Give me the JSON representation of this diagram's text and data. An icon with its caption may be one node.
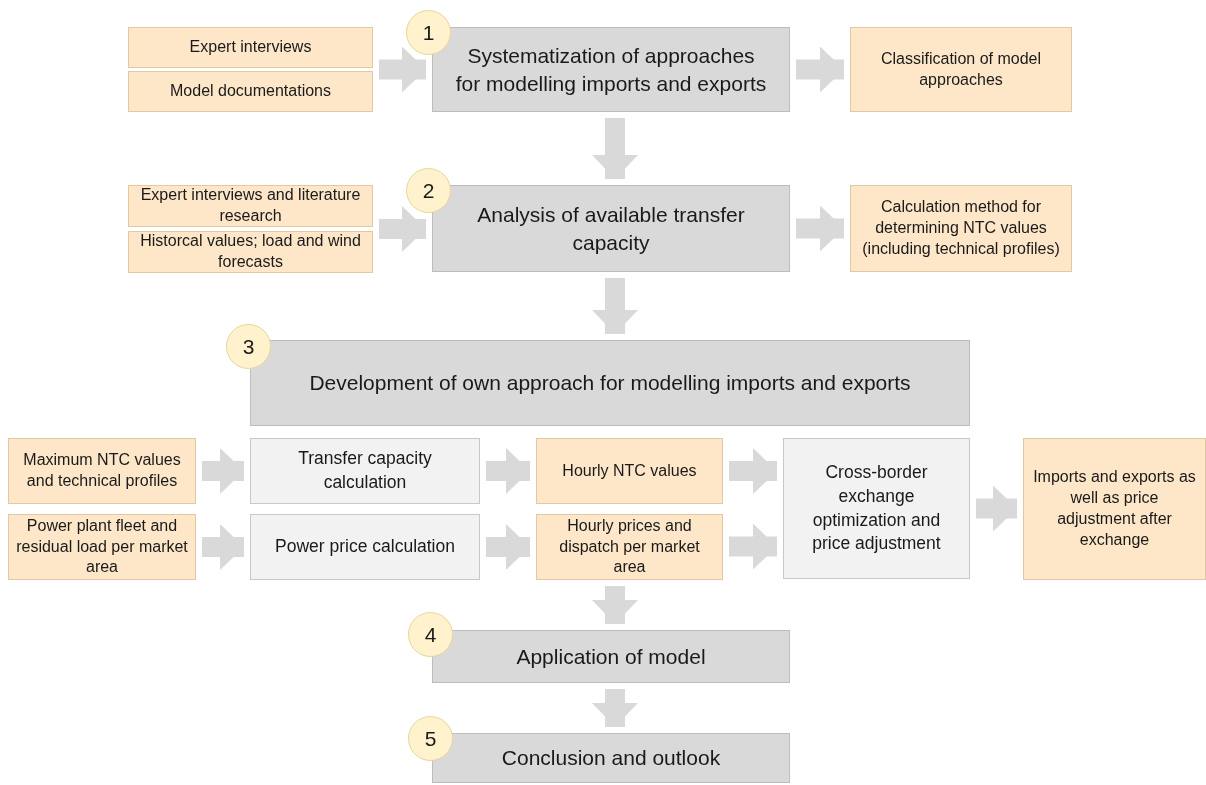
{
  "diagram": {
    "nodes": [
      {
        "text": [
          "Expert interviews"
        ]
      },
      {
        "text": [
          "Model documentations"
        ]
      },
      {
        "text": [
          "1"
        ]
      },
      {
        "text": [
          "Systematization of approaches  for modelling imports and exports"
        ]
      },
      {
        "text": [
          "Classification of model approaches"
        ]
      },
      {
        "text": [
          "Expert interviews and literature research"
        ]
      },
      {
        "text": [
          "Historcal values; load and wind forecasts"
        ]
      },
      {
        "text": [
          "2"
        ]
      },
      {
        "text": [
          "Analysis of available transfer capacity"
        ]
      },
      {
        "text": [
          "Calculation method for determining NTC values (including technical profiles)"
        ]
      },
      {
        "text": [
          "3"
        ]
      },
      {
        "text": [
          "Development of own approach for modelling imports and exports"
        ]
      },
      {
        "text": [
          "Maximum NTC values and technical profiles"
        ]
      },
      {
        "text": [
          "Transfer capacity calculation"
        ]
      },
      {
        "text": [
          "Hourly NTC values"
        ]
      },
      {
        "text": [
          "Cross-border exchange optimization and price adjustment"
        ]
      },
      {
        "text": [
          "Imports and exports as well as price adjustment after exchange"
        ]
      },
      {
        "text": [
          "Power plant fleet and residual load per market area"
        ]
      },
      {
        "text": [
          "Power price calculation"
        ]
      },
      {
        "text": [
          "Hourly prices and dispatch per market area"
        ]
      },
      {
        "text": [
          "4"
        ]
      },
      {
        "text": [
          "Application of model"
        ]
      },
      {
        "text": [
          "5"
        ]
      },
      {
        "text": [
          "Conclusion and outlook"
        ]
      }
    ],
    "edges": [
      {
        "from": 0,
        "to": 3,
        "arrow": "to"
      },
      {
        "from": 1,
        "to": 3,
        "arrow": "to"
      },
      {
        "from": 3,
        "to": 4,
        "arrow": "to"
      },
      {
        "from": 3,
        "to": 8,
        "arrow": "to"
      },
      {
        "from": 5,
        "to": 8,
        "arrow": "to"
      },
      {
        "from": 6,
        "to": 8,
        "arrow": "to"
      },
      {
        "from": 8,
        "to": 9,
        "arrow": "to"
      },
      {
        "from": 8,
        "to": 11,
        "arrow": "to"
      },
      {
        "from": 12,
        "to": 13,
        "arrow": "to"
      },
      {
        "from": 13,
        "to": 14,
        "arrow": "to"
      },
      {
        "from": 14,
        "to": 15,
        "arrow": "to"
      },
      {
        "from": 17,
        "to": 18,
        "arrow": "to"
      },
      {
        "from": 18,
        "to": 19,
        "arrow": "to"
      },
      {
        "from": 19,
        "to": 15,
        "arrow": "to"
      },
      {
        "from": 15,
        "to": 16,
        "arrow": "to"
      },
      {
        "from": 19,
        "to": 21,
        "arrow": "to"
      },
      {
        "from": 21,
        "to": 23,
        "arrow": "to"
      }
    ]
  }
}
